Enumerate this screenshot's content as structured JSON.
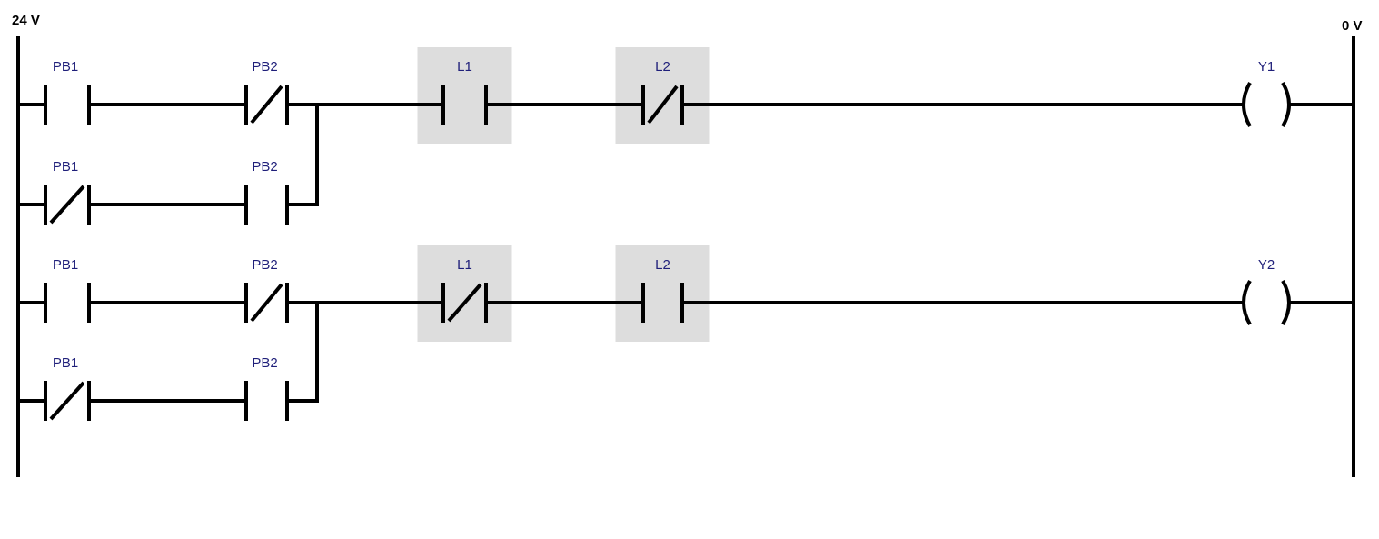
{
  "rails": {
    "left_label": "24 V",
    "right_label": "0 V"
  },
  "colors": {
    "wire": "#000000",
    "label": "#1f1f7a",
    "highlight": "#dddddd"
  },
  "rungs": [
    {
      "inputs": [
        {
          "name": "PB1",
          "type": "NO"
        },
        {
          "name": "PB2",
          "type": "NC"
        }
      ],
      "branch_inputs": [
        {
          "name": "PB1",
          "type": "NC"
        },
        {
          "name": "PB2",
          "type": "NO"
        }
      ],
      "interlocks": [
        {
          "name": "L1",
          "type": "NO",
          "highlighted": true
        },
        {
          "name": "L2",
          "type": "NC",
          "highlighted": true
        }
      ],
      "output": {
        "name": "Y1",
        "type": "coil"
      }
    },
    {
      "inputs": [
        {
          "name": "PB1",
          "type": "NO"
        },
        {
          "name": "PB2",
          "type": "NC"
        }
      ],
      "branch_inputs": [
        {
          "name": "PB1",
          "type": "NC"
        },
        {
          "name": "PB2",
          "type": "NO"
        }
      ],
      "interlocks": [
        {
          "name": "L1",
          "type": "NC",
          "highlighted": true
        },
        {
          "name": "L2",
          "type": "NO",
          "highlighted": true
        }
      ],
      "output": {
        "name": "Y2",
        "type": "coil"
      }
    }
  ]
}
